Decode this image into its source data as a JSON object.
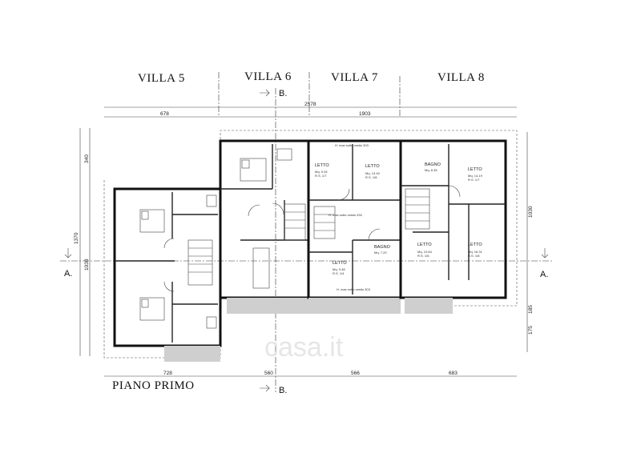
{
  "titles": {
    "villa5": "VILLA 5",
    "villa6": "VILLA 6",
    "villa7": "VILLA 7",
    "villa8": "VILLA 8",
    "floor": "PIANO PRIMO"
  },
  "section_marks": {
    "b_top": "B.",
    "b_bottom": "B.",
    "a_left": "A.",
    "a_right": "A."
  },
  "dimensions_top": {
    "overall": "2578",
    "left": "678",
    "right": "1903"
  },
  "dimensions_bottom": {
    "d1": "728",
    "d2": "560",
    "d3": "566",
    "d4": "683"
  },
  "dimensions_left": {
    "d1": "340",
    "d2": "1370",
    "d3": "1030"
  },
  "dimensions_right": {
    "d1": "1030",
    "d2": "185",
    "d3": "175"
  },
  "rooms": {
    "letto_a": "LETTO",
    "letto_a_area": "Mq. 9.34",
    "letto_a_rs": "R.S. 1/7",
    "letto_b": "LETTO",
    "letto_b_area": "Mq. 13.40",
    "letto_b_rs": "R.S. 1/8",
    "bagno_a": "BAGNO",
    "bagno_a_area": "Mq. 8.35",
    "letto_c": "LETTO",
    "letto_c_area": "Mq. 14.19",
    "letto_c_rs": "R.S. 1/7",
    "bagno_b": "BAGNO",
    "bagno_b_area": "Mq. 7.20",
    "letto_d": "LETTO",
    "letto_d_area": "Mq. 9.48",
    "letto_d_rs": "R.S. 1/4",
    "letto_e": "LETTO",
    "letto_e_area": "Mq. 10.84",
    "letto_e_rs": "R.S. 1/6",
    "letto_f": "LETTO",
    "letto_f_area": "Mq. 16.31",
    "letto_f_rs": "R.S. 1/8"
  },
  "notes": {
    "h1": "H. max sotto cestio 303",
    "h2": "H. max sotto cestio 430",
    "h3": "H. max sotto cestio 303"
  },
  "watermark": "casa.it"
}
